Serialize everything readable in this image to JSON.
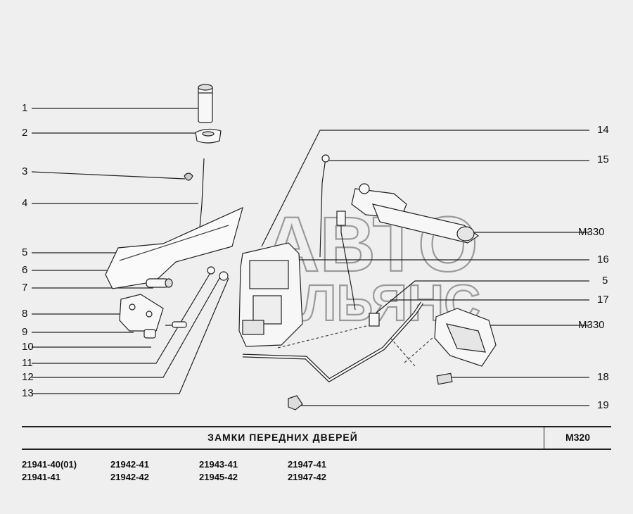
{
  "callouts_left": [
    "1",
    "2",
    "3",
    "4",
    "5",
    "6",
    "7",
    "8",
    "9",
    "10",
    "11",
    "12",
    "13"
  ],
  "callouts_right": [
    "14",
    "15",
    "M330",
    "16",
    "5",
    "17",
    "M330",
    "18",
    "19"
  ],
  "watermark": {
    "line1": "АВТО",
    "line2": "АЛЬЯНС"
  },
  "title": "ЗАМКИ   ПЕРЕДНИХ   ДВЕРЕЙ",
  "code": "M320",
  "models": [
    [
      "21941-40(01)",
      "21941-41"
    ],
    [
      "21942-41",
      "21942-42"
    ],
    [
      "21943-41",
      "21945-42"
    ],
    [
      "21947-41",
      "21947-42"
    ]
  ]
}
